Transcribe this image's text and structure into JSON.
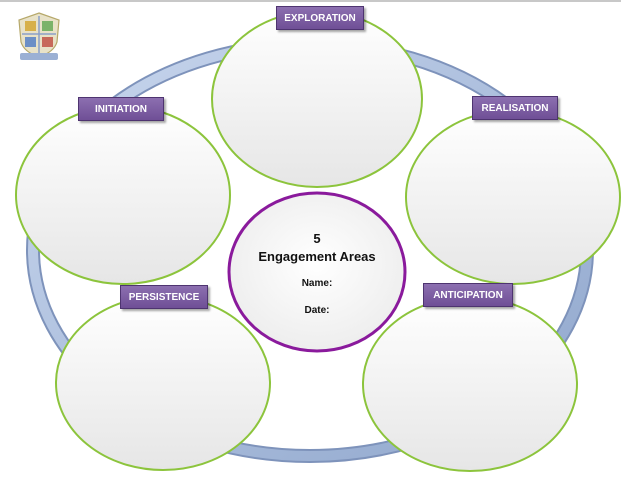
{
  "center": {
    "count": "5",
    "title": "Engagement Areas",
    "name_label": "Name:",
    "date_label": "Date:"
  },
  "areas": [
    {
      "label": "EXPLORATION"
    },
    {
      "label": "REALISATION"
    },
    {
      "label": "ANTICIPATION"
    },
    {
      "label": "PERSISTENCE"
    },
    {
      "label": "INITIATION"
    }
  ],
  "colors": {
    "label_fill": "#7a5aa0",
    "circle_outline": "#8cc43c",
    "center_outline": "#8a1a9c",
    "ring": "#9fb4d6"
  },
  "logo": {
    "text": "School Crest"
  }
}
